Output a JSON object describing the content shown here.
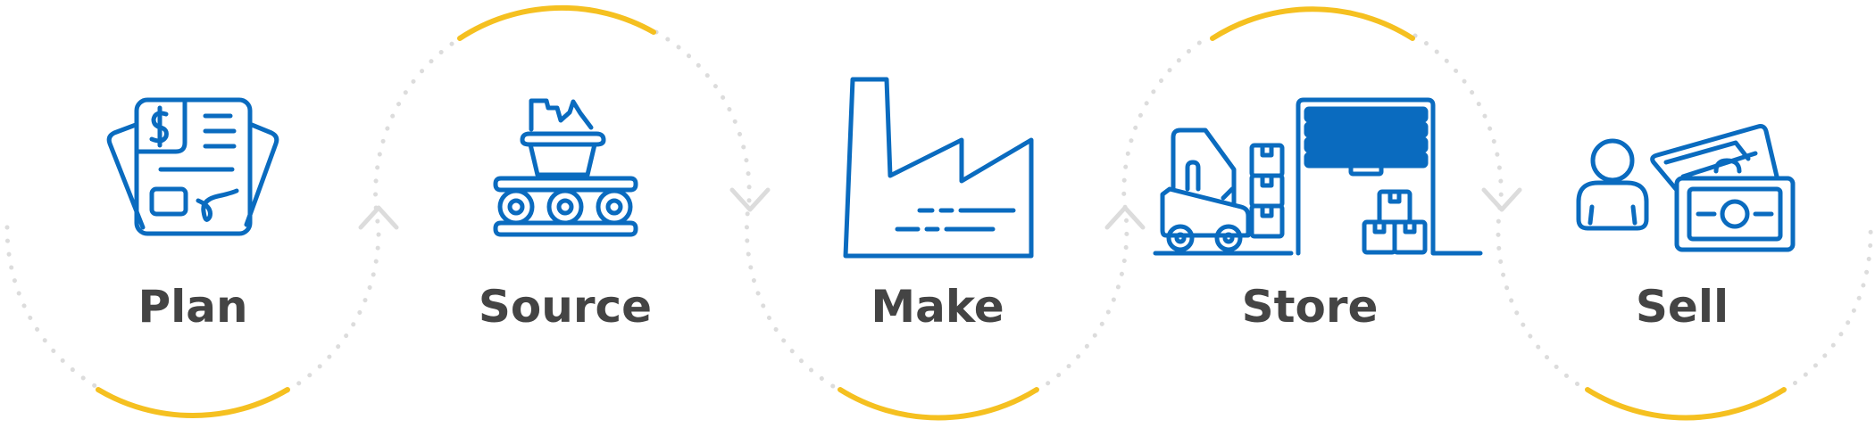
{
  "colors": {
    "icon": "#0a6bbf",
    "accent": "#f5c020",
    "dots": "#dcdcdc",
    "chevron": "#dcdcdc",
    "text": "#444444"
  },
  "steps": [
    {
      "label": "Plan",
      "icon": "plan-document-icon"
    },
    {
      "label": "Source",
      "icon": "source-conveyor-icon"
    },
    {
      "label": "Make",
      "icon": "factory-icon"
    },
    {
      "label": "Store",
      "icon": "warehouse-forklift-icon"
    },
    {
      "label": "Sell",
      "icon": "person-money-icon"
    }
  ]
}
